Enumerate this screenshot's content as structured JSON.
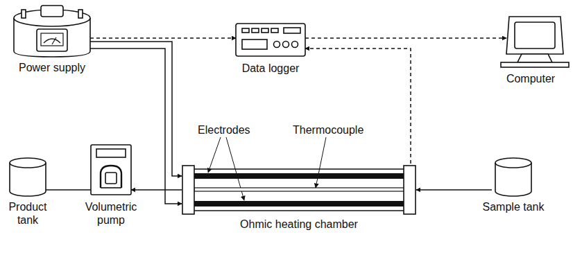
{
  "diagram": {
    "nodes": [
      {
        "text": [
          "Power supply"
        ]
      },
      {
        "text": [
          "Data logger"
        ]
      },
      {
        "text": [
          "Computer"
        ]
      },
      {
        "text": [
          "Product tank"
        ]
      },
      {
        "text": [
          "Volumetric pump"
        ]
      },
      {
        "text": [
          "Ohmic heating chamber"
        ]
      },
      {
        "text": [
          "Sample tank"
        ]
      }
    ],
    "edges": [
      {
        "from": 0,
        "to": 1,
        "arrow": "to"
      },
      {
        "from": 1,
        "to": 2,
        "arrow": "to"
      },
      {
        "from": 5,
        "to": 1,
        "arrow": "to"
      },
      {
        "from": 0,
        "to": 5,
        "arrow": "to"
      },
      {
        "from": 0,
        "to": 5,
        "arrow": "to"
      },
      {
        "from": 6,
        "to": 5,
        "arrow": "to"
      },
      {
        "from": 5,
        "to": 4,
        "arrow": "to"
      },
      {
        "from": 4,
        "to": 3,
        "arrow": "to"
      }
    ],
    "labels": [
      "Electrodes",
      "Thermocouple"
    ]
  }
}
